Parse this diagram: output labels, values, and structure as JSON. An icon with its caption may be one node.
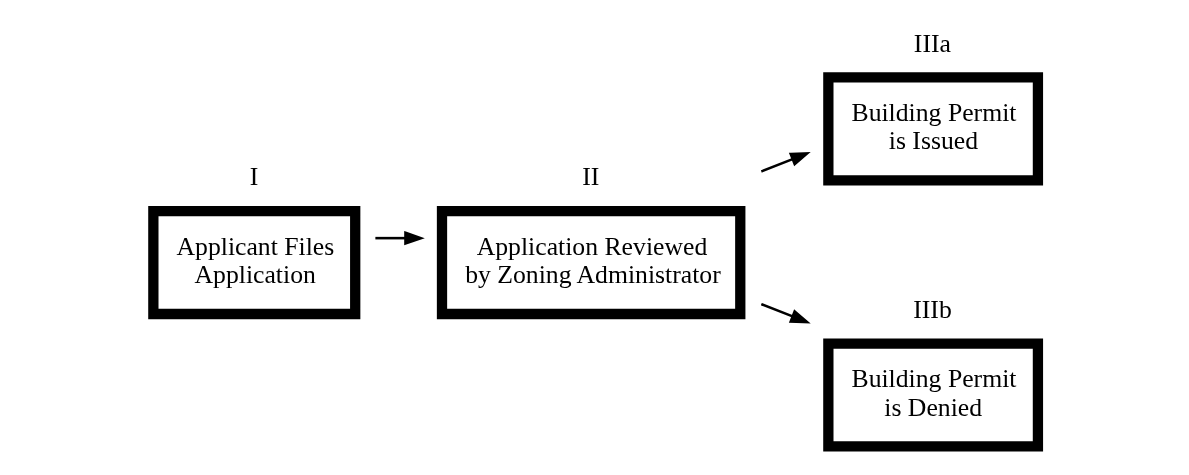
{
  "diagram": {
    "nodes": [
      {
        "text": [
          "I",
          "Applicant Files Application"
        ]
      },
      {
        "text": [
          "II",
          "Application Reviewed by Zoning Administrator"
        ]
      },
      {
        "text": [
          "IIIa",
          "Building Permit is Issued"
        ]
      },
      {
        "text": [
          "IIIb",
          "Building Permit is Denied"
        ]
      }
    ],
    "edges": [
      {
        "from": 0,
        "to": 1,
        "arrow": "to"
      },
      {
        "from": 1,
        "to": 2,
        "arrow": "to"
      },
      {
        "from": 1,
        "to": 3,
        "arrow": "to"
      }
    ]
  }
}
